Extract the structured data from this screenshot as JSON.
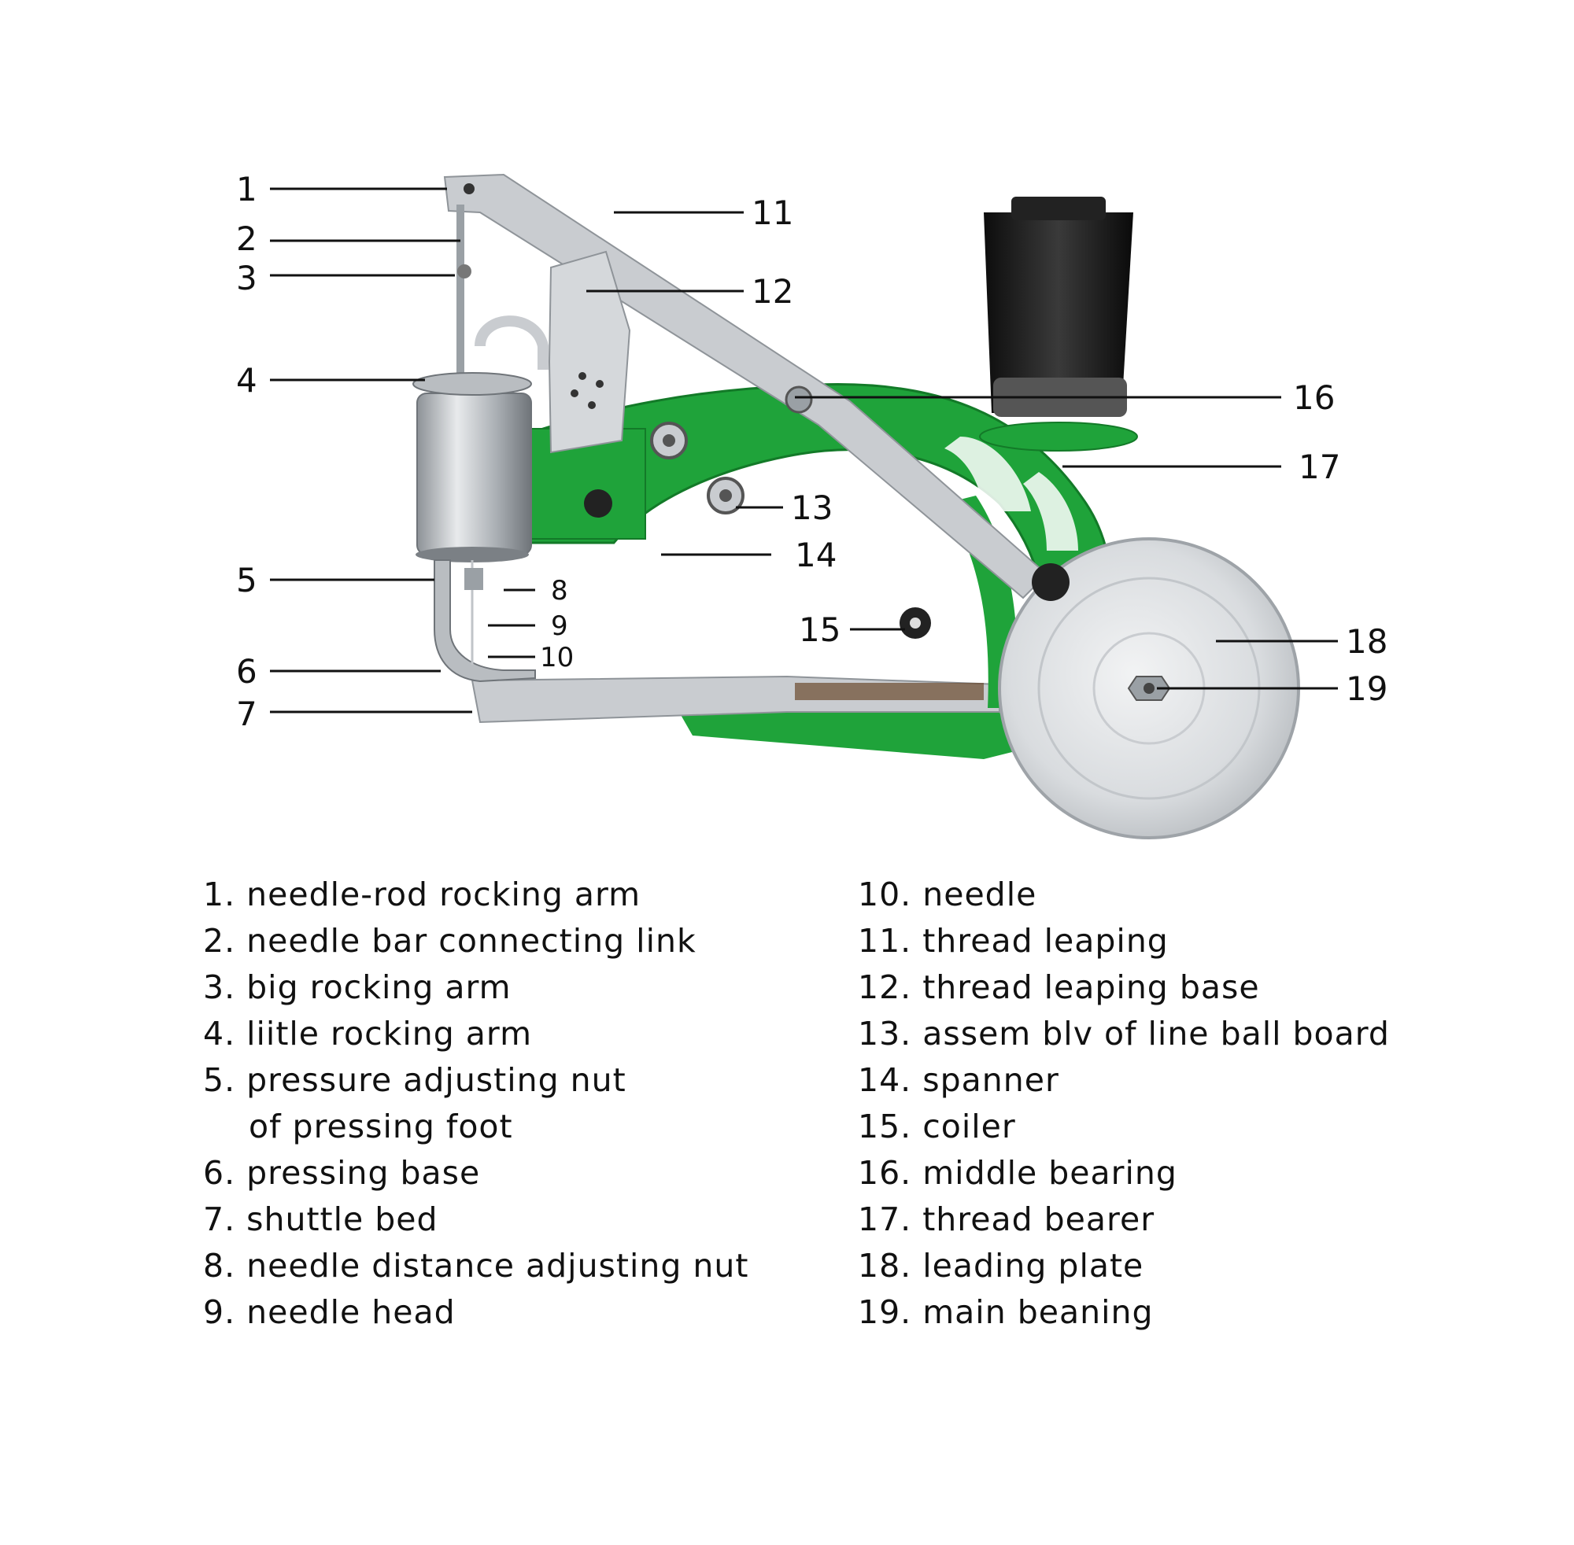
{
  "callouts": {
    "c1": "1",
    "c2": "2",
    "c3": "3",
    "c4": "4",
    "c5": "5",
    "c6": "6",
    "c7": "7",
    "c8": "8",
    "c9": "9",
    "c10": "10",
    "c11": "11",
    "c12": "12",
    "c13": "13",
    "c14": "14",
    "c15": "15",
    "c16": "16",
    "c17": "17",
    "c18": "18",
    "c19": "19"
  },
  "legend": {
    "left": [
      "1. needle-rod rocking arm",
      "2. needle bar connecting link",
      "3. big rocking arm",
      "4. liitle rocking arm",
      "5. pressure adjusting nut",
      "of pressing foot",
      "6. pressing base",
      "7. shuttle bed",
      "8. needle distance adjusting nut",
      "9. needle head"
    ],
    "right": [
      "10. needle",
      "11. thread leaping",
      "12. thread leaping base",
      "13. assem blv of line ball board",
      "14. spanner",
      "15. coiler",
      "16. middle bearing",
      "17. thread bearer",
      "18. leading plate",
      "19. main beaning"
    ]
  },
  "colors": {
    "frame_green": "#1fa33a",
    "metal_silver": "#c9ccd0",
    "thread_black": "#1a1a1a",
    "line_black": "#111111"
  }
}
